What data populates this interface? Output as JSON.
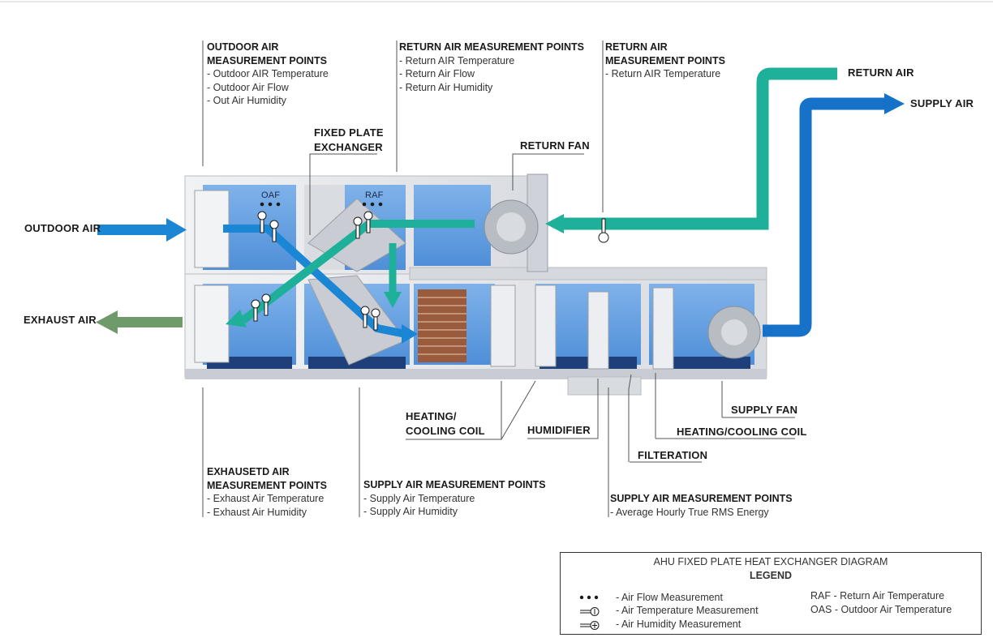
{
  "unit_tags": {
    "oaf": "OAF",
    "raf": "RAF"
  },
  "labels": {
    "outdoor_air": "OUTDOOR AIR",
    "exhaust_air": "EXHAUST AIR",
    "return_air": "RETURN AIR",
    "supply_air": "SUPPLY AIR",
    "fixed_plate_exchanger_1": "FIXED PLATE",
    "fixed_plate_exchanger_2": "EXCHANGER",
    "return_fan": "RETURN FAN",
    "heating_cooling_coil_left_1": "HEATING/",
    "heating_cooling_coil_left_2": "COOLING COIL",
    "humidifier": "HUMIDIFIER",
    "filteration": "FILTERATION",
    "supply_fan": "SUPPLY FAN",
    "heating_cooling_coil_right": "HEATING/COOLING COIL"
  },
  "measurement_groups": {
    "outdoor": {
      "title_1": "OUTDOOR AIR",
      "title_2": "MEASUREMENT POINTS",
      "items": [
        "- Outdoor AIR Temperature",
        "- Outdoor Air Flow",
        "- Out Air Humidity"
      ]
    },
    "return_1": {
      "title_1": "RETURN AIR MEASUREMENT POINTS",
      "items": [
        "- Return AIR Temperature",
        "- Return Air Flow",
        "- Return Air Humidity"
      ]
    },
    "return_2": {
      "title_1": "RETURN AIR",
      "title_2": "MEASUREMENT POINTS",
      "items": [
        "- Return AIR Temperature"
      ]
    },
    "exhaust": {
      "title_1": "EXHAUSETD AIR",
      "title_2": "MEASUREMENT POINTS",
      "items": [
        "- Exhaust Air Temperature",
        "- Exhaust Air Humidity"
      ]
    },
    "supply_1": {
      "title_1": "SUPPLY AIR MEASUREMENT POINTS",
      "items": [
        "- Supply Air Temperature",
        "- Supply Air Humidity"
      ]
    },
    "supply_2": {
      "title_1": "SUPPLY AIR MEASUREMENT POINTS",
      "items": [
        "- Average Hourly True RMS Energy"
      ]
    }
  },
  "legend": {
    "title": "AHU FIXED PLATE HEAT EXCHANGER DIAGRAM",
    "subtitle": "LEGEND",
    "flow": "- Air Flow Measurement",
    "temperature": "- Air Temperature Measurement",
    "humidity": "- Air Humidity Measurement",
    "raf": "RAF - Return Air Temperature",
    "oas": "OAS - Outdoor Air Temperature"
  },
  "colors": {
    "outdoor_arrow": "#1a86d4",
    "return_arrow": "#1fb09a",
    "supply_arrow": "#1572c8",
    "exhaust_arrow": "#6f9a6a",
    "panel_blue": "#5f9de0",
    "casing": "#e4e6ea"
  }
}
